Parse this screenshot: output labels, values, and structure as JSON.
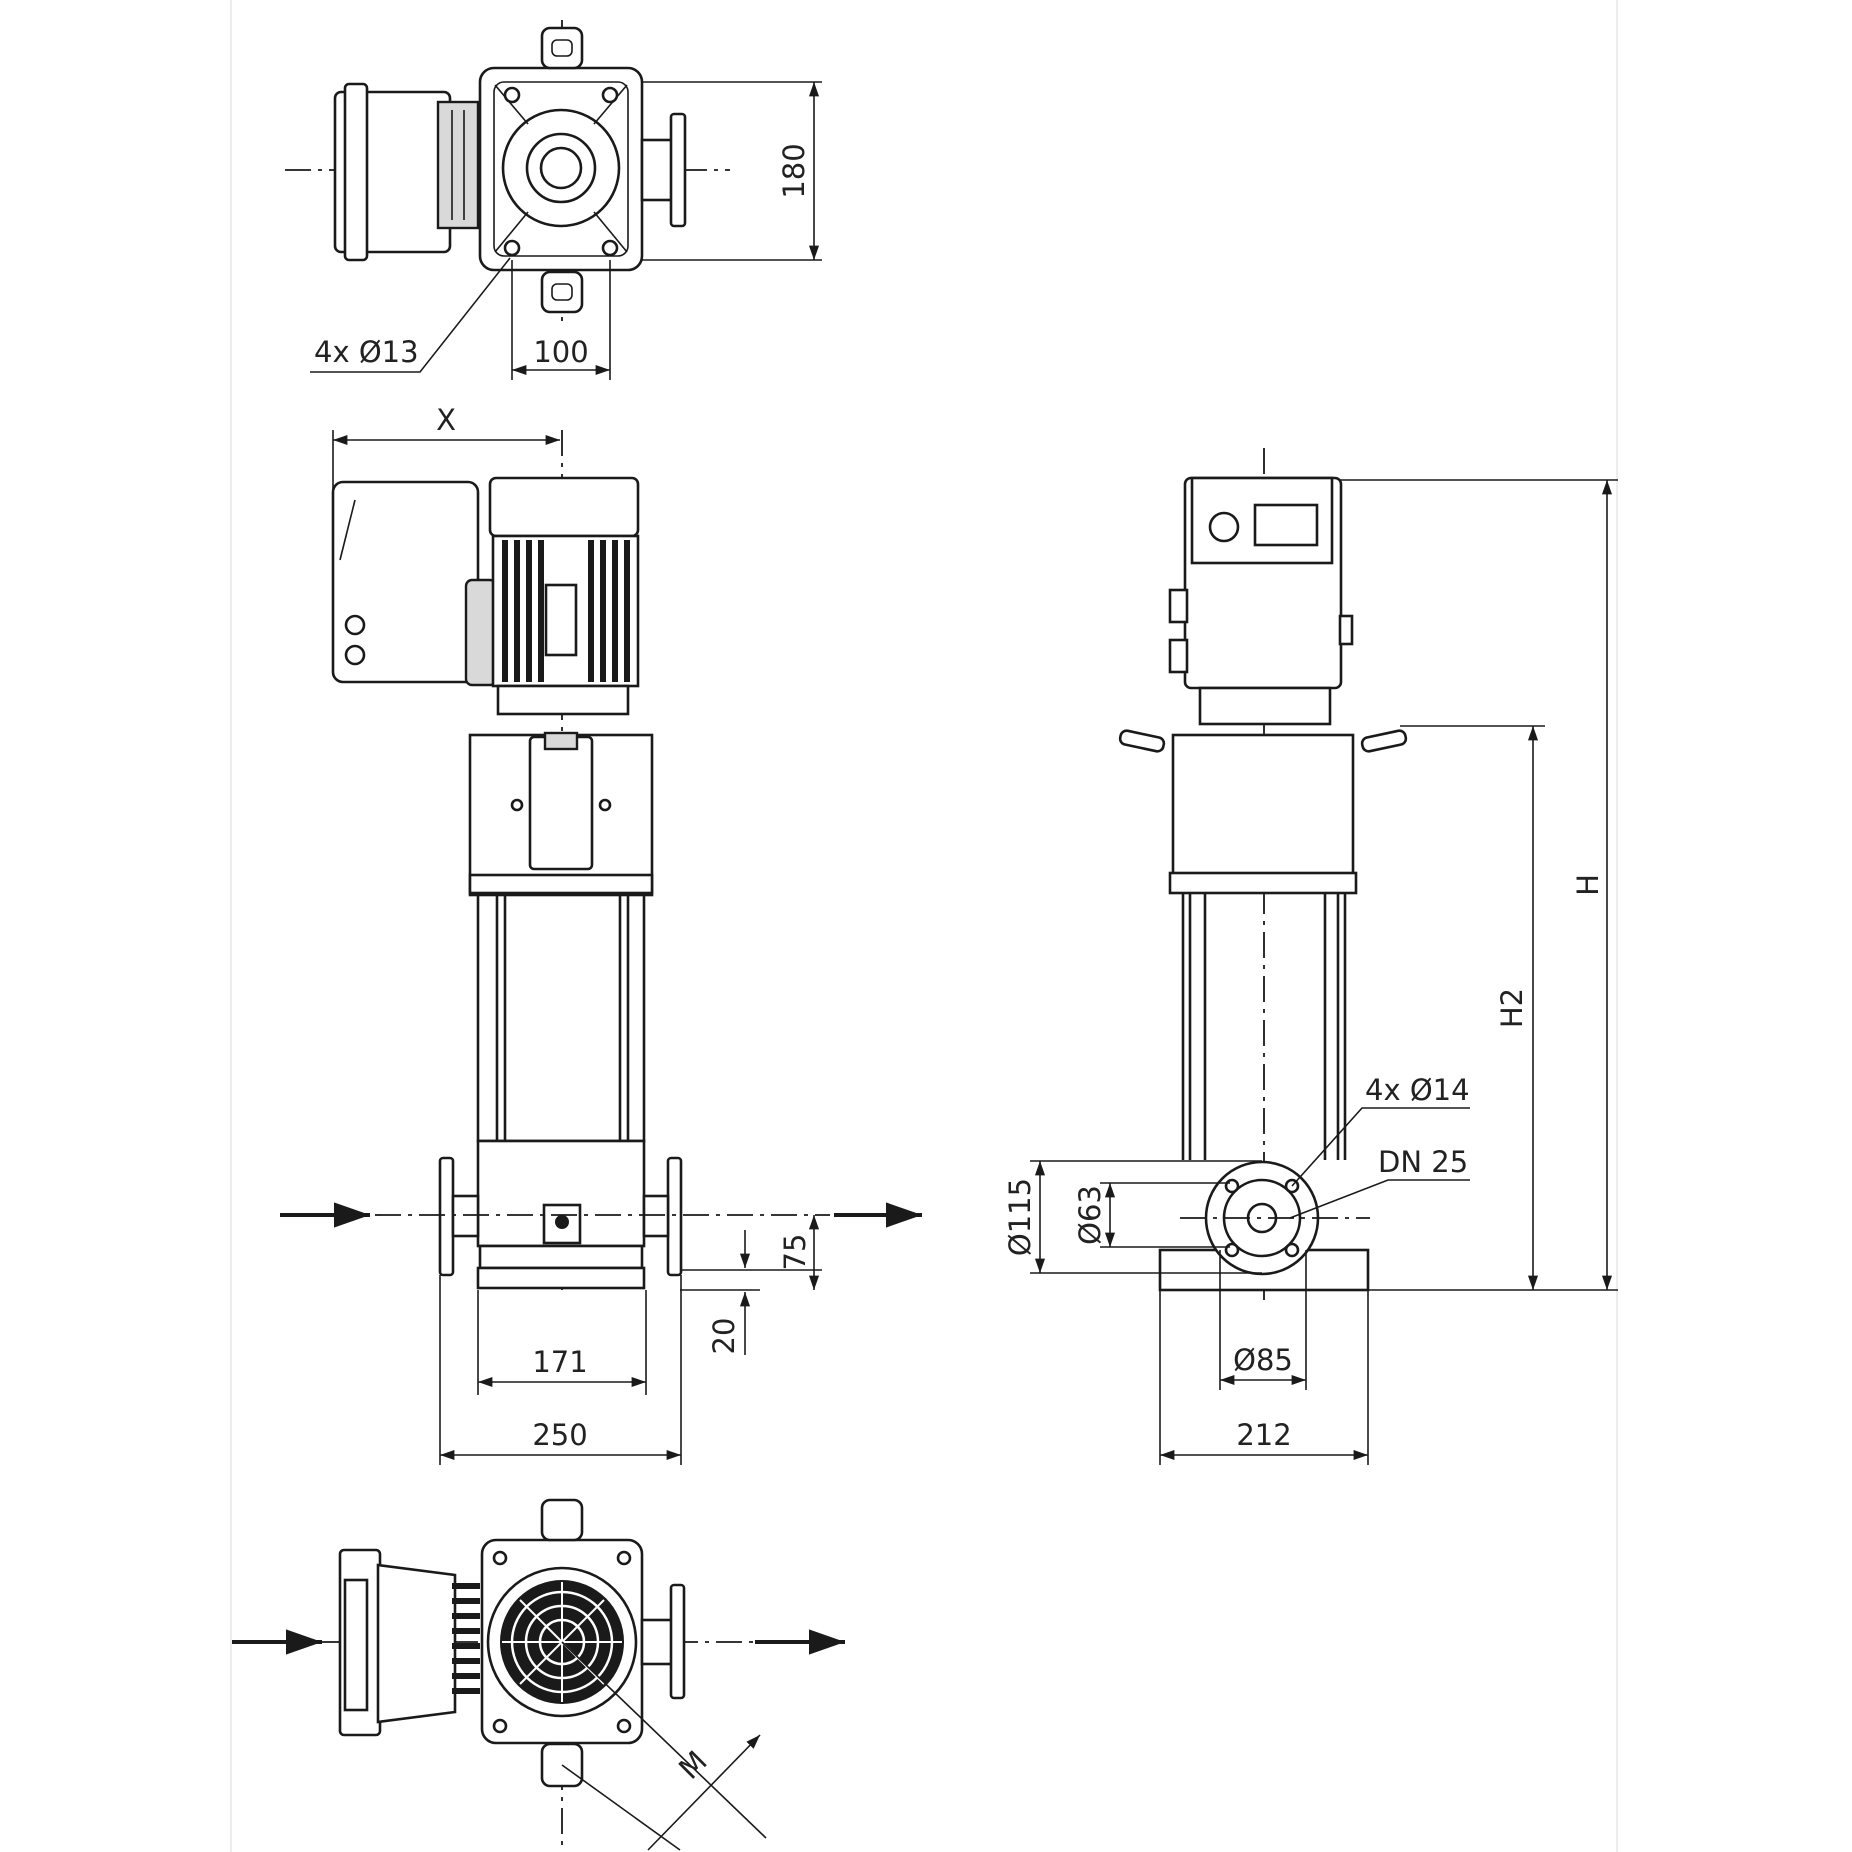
{
  "dimensions": {
    "top_height": "180",
    "top_holes": "4x Ø13",
    "top_hole_spacing": "100",
    "x": "X",
    "h": "H",
    "h2": "H2",
    "foot_holes": "4x Ø14",
    "dn": "DN 25",
    "flange_outer": "Ø115",
    "flange_inner": "Ø63",
    "height_75": "75",
    "height_20": "20",
    "width_171": "171",
    "width_250": "250",
    "bolt_circle": "Ø85",
    "width_212": "212",
    "m": "M"
  }
}
